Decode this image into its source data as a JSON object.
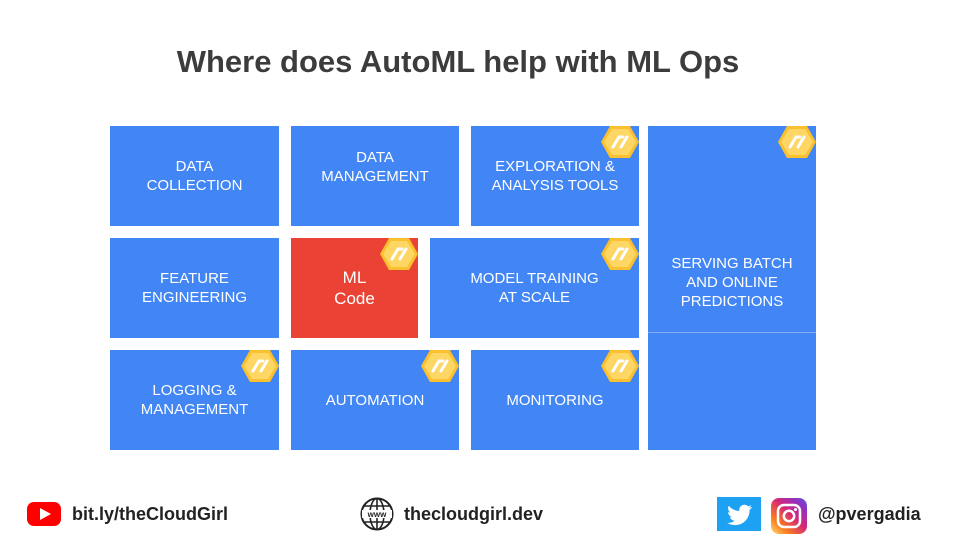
{
  "title": "Where does AutoML help with ML Ops",
  "tiles": {
    "data_collection": "DATA\nCOLLECTION",
    "data_management": "DATA\nMANAGEMENT",
    "exploration": "EXPLORATION &\nANALYSIS TOOLS",
    "serving": "SERVING BATCH\nAND ONLINE\nPREDICTIONS",
    "feature_engineering": "FEATURE\nENGINEERING",
    "ml_code": "ML\nCode",
    "model_training": "MODEL TRAINING\nAT SCALE",
    "logging": "LOGGING &\nMANAGEMENT",
    "automation": "AUTOMATION",
    "monitoring": "MONITORING"
  },
  "colors": {
    "tile": "#4285f4",
    "highlight": "#ea4335",
    "automl_badge": "#fbc02d"
  },
  "icons": {
    "automl_badge": "automl-hexagon-icon",
    "youtube": "youtube-icon",
    "web": "www-globe-icon",
    "twitter": "twitter-icon",
    "instagram": "instagram-icon"
  },
  "footer": {
    "youtube_link": "bit.ly/theCloudGirl",
    "website": "thecloudgirl.dev",
    "handle": "@pvergadia"
  }
}
